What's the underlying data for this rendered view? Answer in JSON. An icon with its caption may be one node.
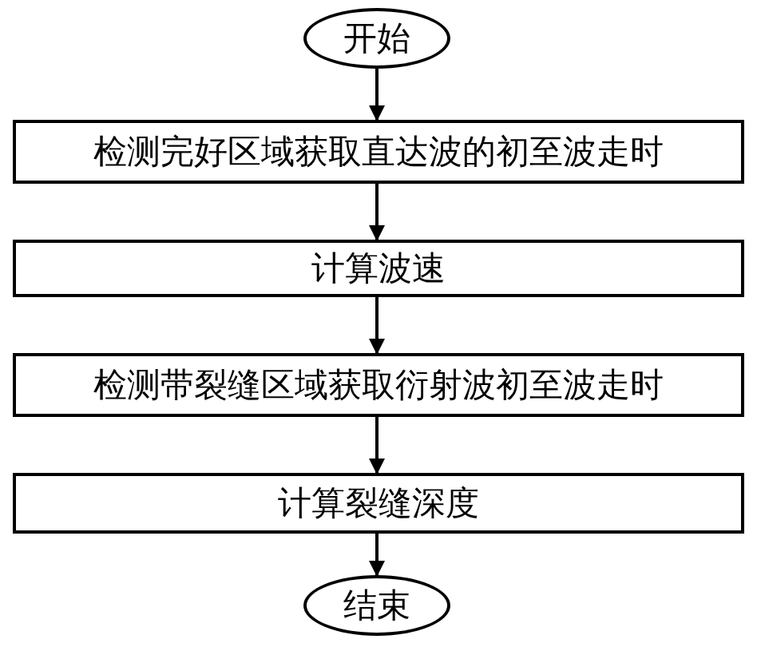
{
  "diagram": {
    "nodes": [
      {
        "text": [
          "开始"
        ]
      },
      {
        "text": [
          "检测完好区域获取直达波的初至波走时"
        ]
      },
      {
        "text": [
          "计算波速"
        ]
      },
      {
        "text": [
          "检测带裂缝区域获取衍射波初至波走时"
        ]
      },
      {
        "text": [
          "计算裂缝深度"
        ]
      },
      {
        "text": [
          "结束"
        ]
      }
    ],
    "edges": [
      {
        "from": 0,
        "to": 1,
        "arrow": "to"
      },
      {
        "from": 1,
        "to": 2,
        "arrow": "to"
      },
      {
        "from": 2,
        "to": 3,
        "arrow": "to"
      },
      {
        "from": 3,
        "to": 4,
        "arrow": "to"
      },
      {
        "from": 4,
        "to": 5,
        "arrow": "to"
      }
    ]
  }
}
